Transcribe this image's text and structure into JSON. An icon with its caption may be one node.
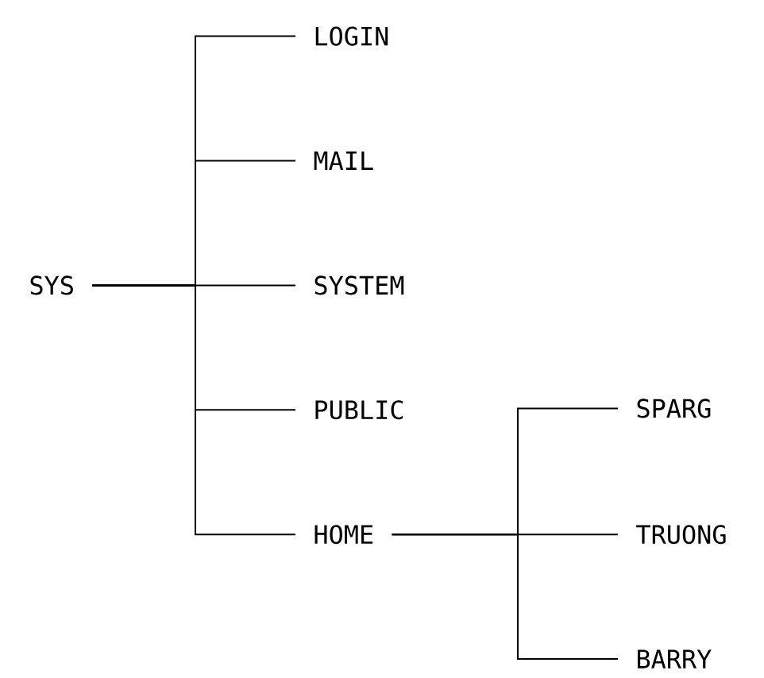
{
  "diagram": {
    "nodes": [
      {
        "text": [
          "SYS"
        ]
      },
      {
        "text": [
          "LOGIN"
        ]
      },
      {
        "text": [
          "MAIL"
        ]
      },
      {
        "text": [
          "SYSTEM"
        ]
      },
      {
        "text": [
          "PUBLIC"
        ]
      },
      {
        "text": [
          "HOME"
        ]
      },
      {
        "text": [
          "SPARG"
        ]
      },
      {
        "text": [
          "TRUONG"
        ]
      },
      {
        "text": [
          "BARRY"
        ]
      }
    ],
    "edges": [
      {
        "from": 0,
        "to": 1,
        "arrow": "none"
      },
      {
        "from": 0,
        "to": 2,
        "arrow": "none"
      },
      {
        "from": 0,
        "to": 3,
        "arrow": "none"
      },
      {
        "from": 0,
        "to": 4,
        "arrow": "none"
      },
      {
        "from": 0,
        "to": 5,
        "arrow": "none"
      },
      {
        "from": 5,
        "to": 6,
        "arrow": "none"
      },
      {
        "from": 5,
        "to": 7,
        "arrow": "none"
      },
      {
        "from": 5,
        "to": 8,
        "arrow": "none"
      }
    ]
  }
}
